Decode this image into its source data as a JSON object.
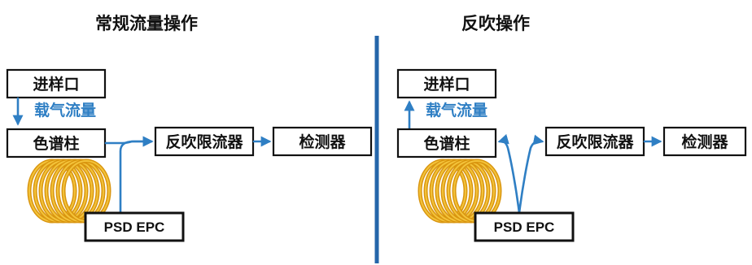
{
  "colors": {
    "flow": "#2f7fc4",
    "divider": "#2566aa",
    "coil_outer": "#d9950f",
    "coil_inner": "#f3c33a",
    "text": "#111111",
    "flow_label": "#2f7fc4"
  },
  "panels": {
    "left": {
      "title": "常规流量操作",
      "inlet": "进样口",
      "flow_label": "载气流量",
      "column": "色谱柱",
      "restrictor": "反吹限流器",
      "detector": "检测器",
      "epc": "PSD EPC"
    },
    "right": {
      "title": "反吹操作",
      "inlet": "进样口",
      "flow_label": "载气流量",
      "column": "色谱柱",
      "restrictor": "反吹限流器",
      "detector": "检测器",
      "epc": "PSD EPC"
    }
  },
  "icons": {
    "coil": "column-coil-icon",
    "arrow": "flow-arrow-icon"
  }
}
